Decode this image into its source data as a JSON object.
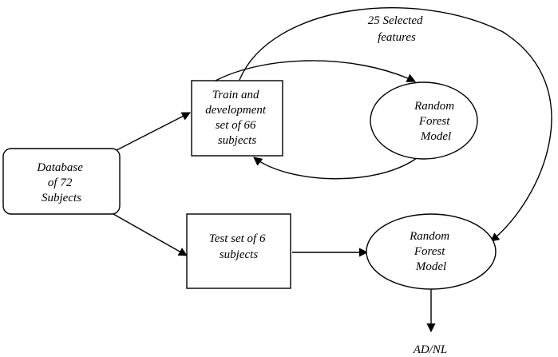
{
  "nodes": {
    "database": {
      "lines": [
        "Database",
        "of 72",
        "Subjects"
      ]
    },
    "train_set": {
      "lines": [
        "Train and",
        "development",
        "set of 66",
        "subjects"
      ]
    },
    "rf_model_top": {
      "lines": [
        "Random",
        "Forest",
        "Model"
      ]
    },
    "test_set": {
      "lines": [
        "Test set of 6",
        "subjects"
      ]
    },
    "rf_model_bottom": {
      "lines": [
        "Random",
        "Forest",
        "Model"
      ]
    }
  },
  "edge_labels": {
    "selected_features": [
      "25 Selected",
      "features"
    ],
    "output": "AD/NL"
  }
}
